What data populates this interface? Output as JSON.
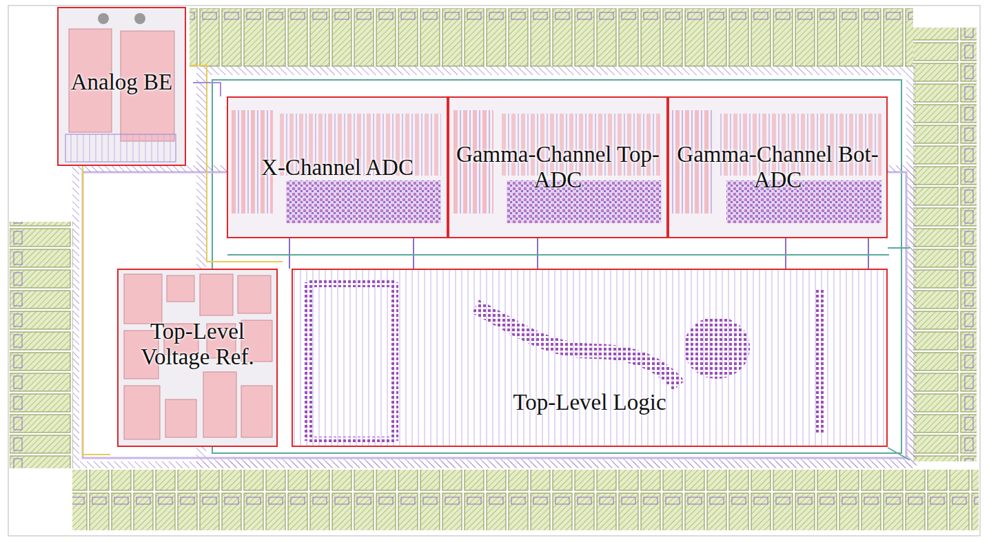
{
  "diagram": {
    "nodes": [
      {
        "text": [
          "Analog BE"
        ]
      },
      {
        "text": [
          "X-Channel ADC"
        ]
      },
      {
        "text": [
          "Gamma-Channel Top-ADC"
        ]
      },
      {
        "text": [
          "Gamma-Channel Bot-ADC"
        ]
      },
      {
        "text": [
          "Top-Level Voltage Ref."
        ]
      },
      {
        "text": [
          "Top-Level Logic"
        ]
      }
    ]
  }
}
